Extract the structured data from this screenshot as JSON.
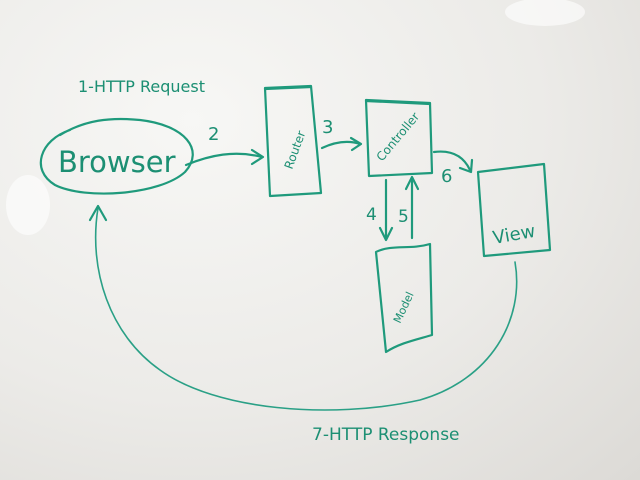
{
  "nodes": {
    "browser": {
      "label": "Browser"
    },
    "router": {
      "label": "Router"
    },
    "controller": {
      "label": "Controller"
    },
    "model": {
      "label": "Model"
    },
    "view": {
      "label": "View"
    }
  },
  "steps": {
    "s1": "1-HTTP Request",
    "s2": "2",
    "s3": "3",
    "s4": "4",
    "s5": "5",
    "s6": "6",
    "s7": "7-HTTP Response"
  },
  "colors": {
    "ink": "#1f9a7c",
    "board": "#ecebe8"
  }
}
